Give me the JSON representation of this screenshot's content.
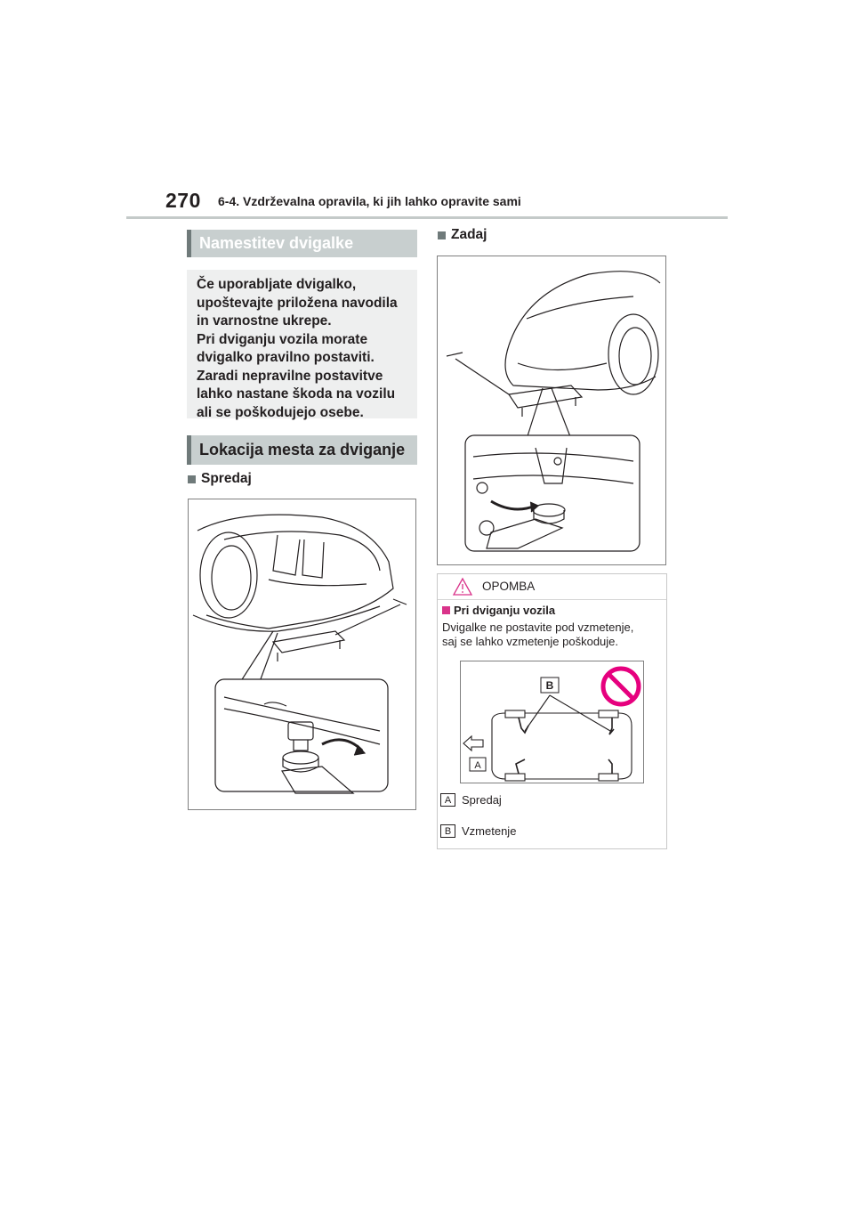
{
  "header": {
    "page_number": "270",
    "section_title": "6-4. Vzdrževalna opravila, ki jih lahko opravite sami"
  },
  "namestitev": {
    "heading": "Namestitev dvigalke",
    "lines": [
      "Če uporabljate dvigalko,",
      "upoštevajte priložena navodila",
      "in varnostne ukrepe.",
      "Pri dviganju vozila morate",
      "dvigalko pravilno postaviti.",
      "Zaradi nepravilne postavitve",
      "lahko nastane škoda na vozilu",
      "ali se poškodujejo osebe."
    ]
  },
  "lokacija": {
    "heading": "Lokacija mesta za dviganje",
    "front_label": "Spredaj",
    "rear_label": "Zadaj"
  },
  "note": {
    "title": "OPOMBA",
    "subheading": "Pri dviganju vozila",
    "text_lines": [
      "Dvigalke ne postavite pod vzmetenje,",
      "saj se lahko vzmetenje poškoduje."
    ],
    "callouts": {
      "a_letter": "A",
      "b_letter": "B"
    },
    "legend": [
      {
        "letter": "A",
        "label": "Spredaj"
      },
      {
        "letter": "B",
        "label": "Vzmetenje"
      }
    ]
  },
  "colors": {
    "accent_dark": "#6f7a7a",
    "head_bar": "#c8cfcf",
    "box_bg": "#eeefef",
    "warning_pink": "#d9338a",
    "prohibit": "#e6007e"
  }
}
